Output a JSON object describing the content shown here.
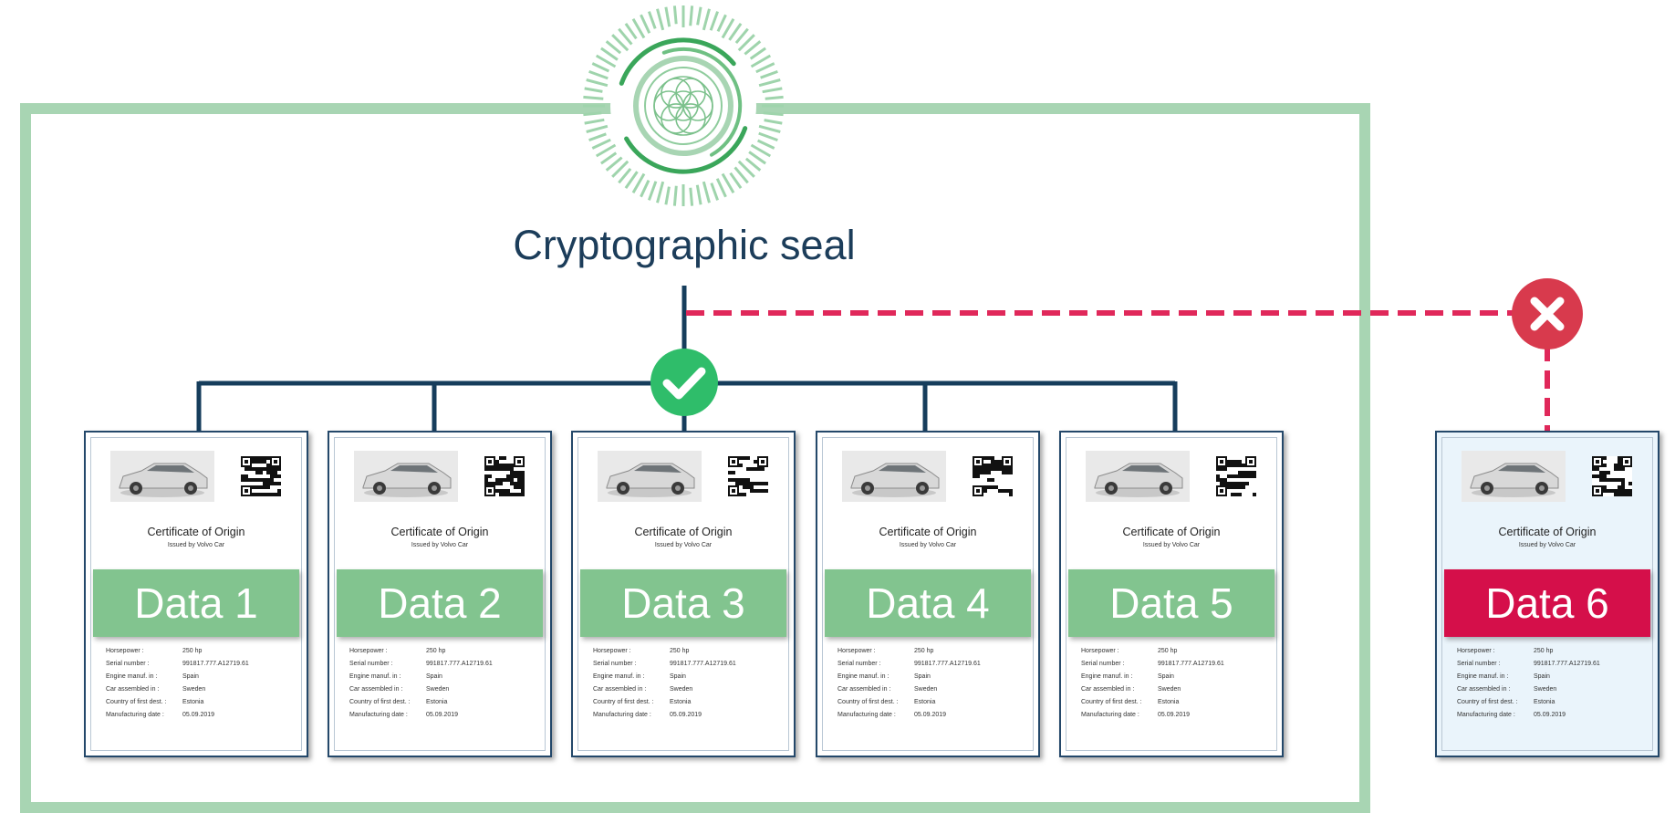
{
  "title": "Cryptographic seal",
  "colors": {
    "frame": "#a8d5b3",
    "tree_line": "#163d5c",
    "valid": "#2fbd6a",
    "invalid": "#d83a4d",
    "invalid_dash": "#e0285a",
    "banner_valid": "#82c48f",
    "banner_invalid": "#d50f4a"
  },
  "icons": {
    "seal": "flower-of-life-seal-icon",
    "valid": "check-mark-icon",
    "invalid": "x-mark-icon"
  },
  "documents": [
    {
      "banner": "Data 1",
      "status": "valid"
    },
    {
      "banner": "Data 2",
      "status": "valid"
    },
    {
      "banner": "Data 3",
      "status": "valid"
    },
    {
      "banner": "Data 4",
      "status": "valid"
    },
    {
      "banner": "Data 5",
      "status": "valid"
    },
    {
      "banner": "Data 6",
      "status": "invalid"
    }
  ],
  "certificate": {
    "title": "Certificate of Origin",
    "subtitle": "Issued by Volvo Car",
    "fields": [
      {
        "label": "Horsepower :",
        "value": "250 hp"
      },
      {
        "label": "Serial number :",
        "value": "991817.777.A12719.61"
      },
      {
        "label": "Engine manuf. in :",
        "value": "Spain"
      },
      {
        "label": "Car assembled in :",
        "value": "Sweden"
      },
      {
        "label": "Country of first dest. :",
        "value": "Estonia"
      },
      {
        "label": "Manufacturing date :",
        "value": "05.09.2019"
      }
    ]
  }
}
